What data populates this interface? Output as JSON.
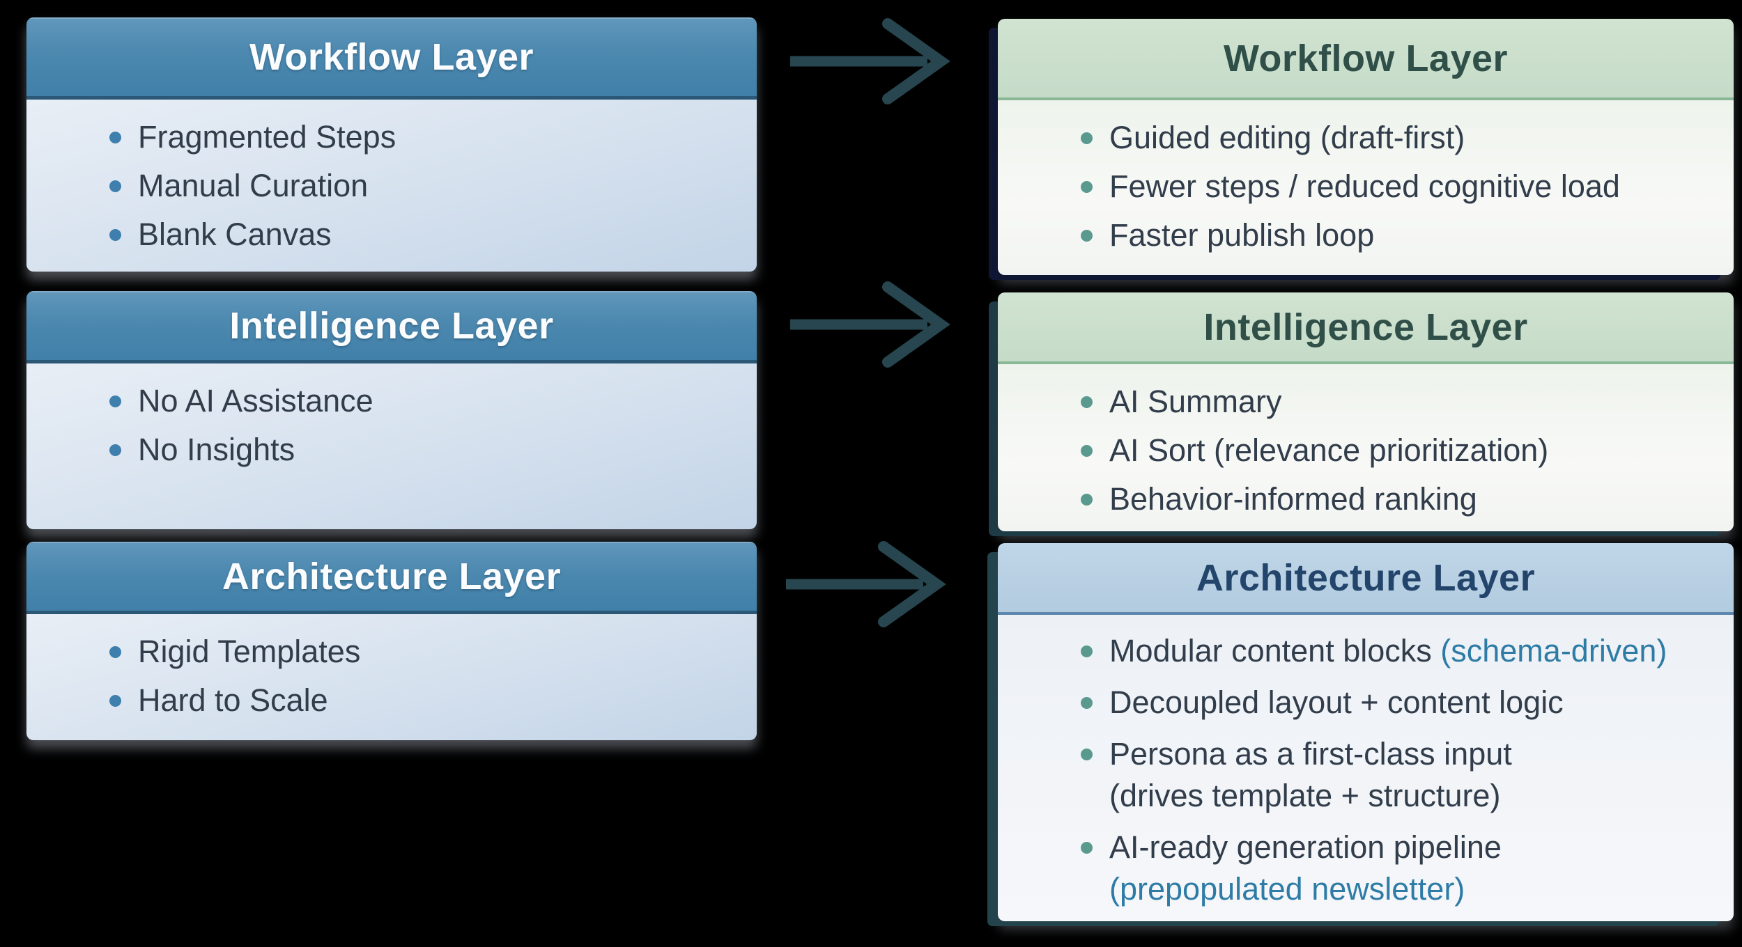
{
  "diagram": {
    "left_column": {
      "boxes": [
        {
          "title": "Workflow Layer",
          "bullets": [
            {
              "text": "Fragmented Steps"
            },
            {
              "text": "Manual Curation"
            },
            {
              "text": "Blank Canvas"
            }
          ]
        },
        {
          "title": "Intelligence Layer",
          "bullets": [
            {
              "text": "No AI Assistance"
            },
            {
              "text": "No Insights"
            }
          ]
        },
        {
          "title": "Architecture Layer",
          "bullets": [
            {
              "text": "Rigid Templates"
            },
            {
              "text": "Hard to Scale"
            }
          ]
        }
      ]
    },
    "right_column": {
      "boxes": [
        {
          "title": "Workflow Layer",
          "bullets": [
            {
              "text": "Guided editing (draft-first)"
            },
            {
              "text": "Fewer steps / reduced cognitive load"
            },
            {
              "text": "Faster publish loop"
            }
          ]
        },
        {
          "title": "Intelligence Layer",
          "bullets": [
            {
              "text": "AI Summary"
            },
            {
              "text": "AI Sort (relevance prioritization)"
            },
            {
              "text": "Behavior-informed ranking"
            }
          ]
        },
        {
          "title": "Architecture Layer",
          "bullets": [
            {
              "text": "Modular content blocks",
              "accent": "(schema-driven)"
            },
            {
              "text": "Decoupled layout + content logic"
            },
            {
              "text": "Persona as a first-class input",
              "line2": "(drives template + structure)"
            },
            {
              "text": "AI-ready generation pipeline",
              "accent_line2": "(prepopulated newsletter)"
            }
          ]
        }
      ]
    },
    "colors": {
      "background": "#000000",
      "left_header_blue": "#4a87ae",
      "left_body_blue": "#d6e1ee",
      "green_header": "#cadfca",
      "light_blue_header": "#b7cfe3",
      "arrow_teal": "#27464f",
      "accent_text_teal": "#2e7ca6",
      "left_bullet_dot": "#3f7fae",
      "right_bullet_dot": "#5a9a8e",
      "header_text_white": "#fbfcfd",
      "header_text_green": "#2f4f48",
      "header_text_navy": "#24456b",
      "bullet_text": "#323d4b"
    }
  }
}
